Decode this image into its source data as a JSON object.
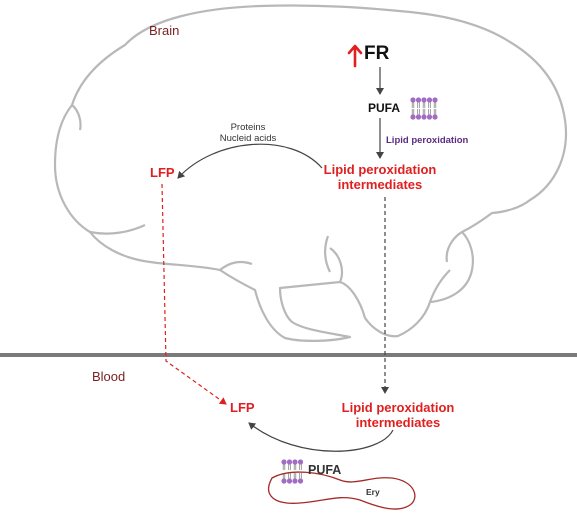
{
  "labels": {
    "brain": "Brain",
    "blood": "Blood",
    "fr": "FR",
    "pufa_brain": "PUFA",
    "lipid_peroxidation_process": "Lipid peroxidation",
    "brain_intermediates_line1": "Lipid peroxidation",
    "brain_intermediates_line2": "intermediates",
    "proteins": "Proteins",
    "nucleic_acids": "Nucleid acids",
    "lfp_brain": "LFP",
    "lfp_blood": "LFP",
    "blood_intermediates_line1": "Lipid peroxidation",
    "blood_intermediates_line2": "intermediates",
    "pufa_blood": "PUFA",
    "ery": "Ery"
  },
  "colors": {
    "red": "#e02020",
    "dark_red": "#7a1f1f",
    "purple": "#5b2c82",
    "membrane_divider": "#7a7a7a",
    "brain_outline": "#b8b8b8",
    "erythrocyte": "#a52a2a"
  },
  "icons": {
    "fr_increase": "up-arrow-icon",
    "pufa": "phospholipid-bilayer-icon"
  }
}
